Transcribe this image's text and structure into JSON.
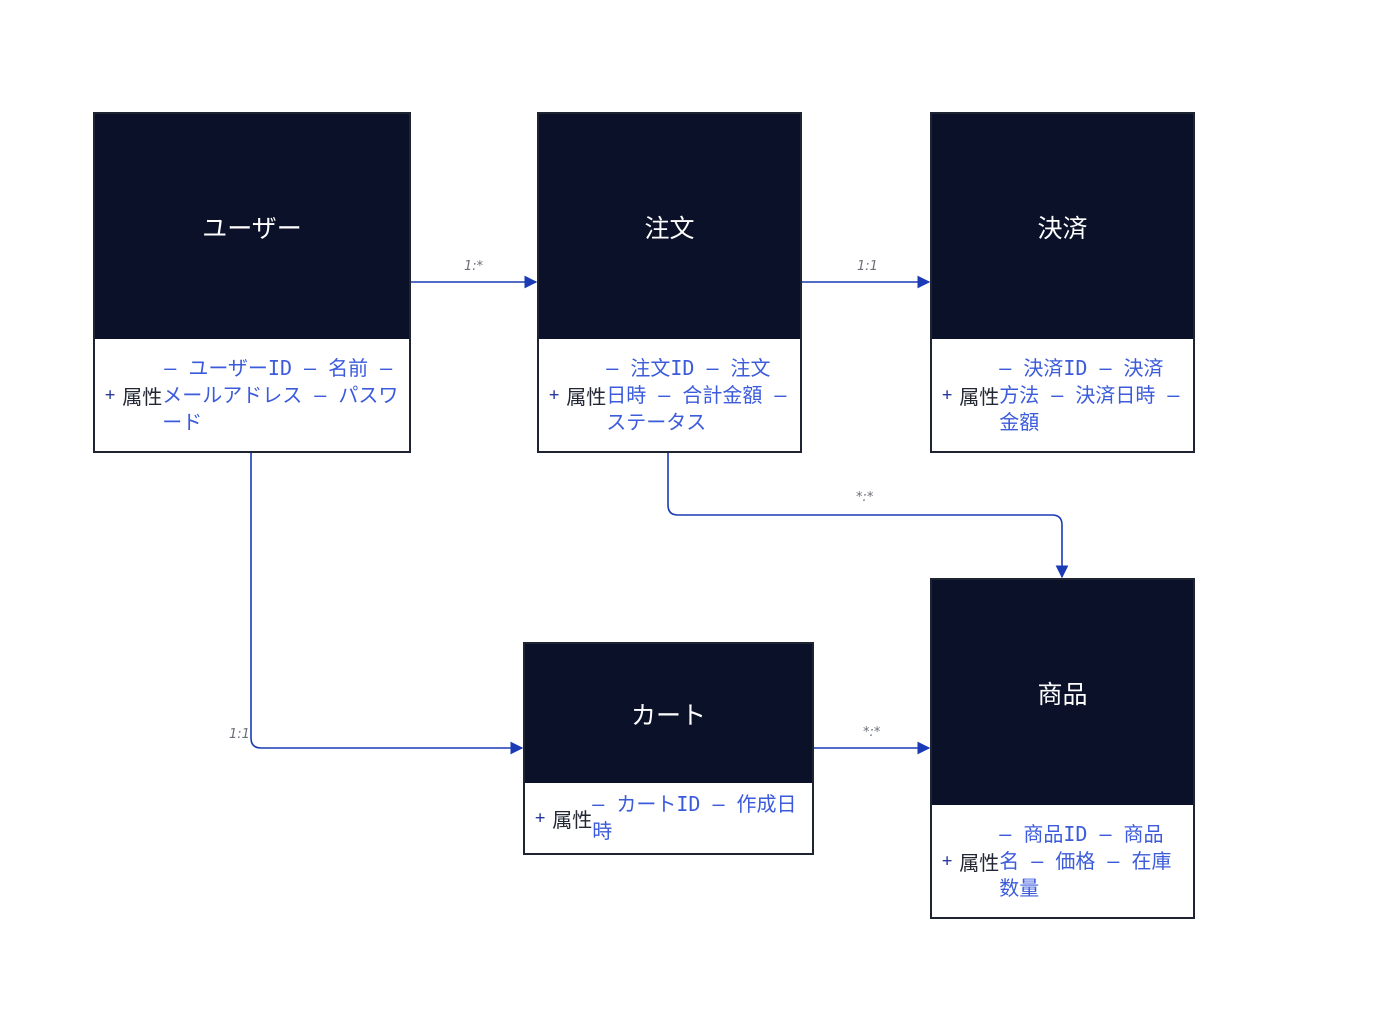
{
  "entities": {
    "user": {
      "title": "ユーザー",
      "prefix_symbol": "+",
      "prefix_label": "属性",
      "attributes": "– ユーザーID – 名前 – メールアドレス – パスワード"
    },
    "order": {
      "title": "注文",
      "prefix_symbol": "+",
      "prefix_label": "属性",
      "attributes": "– 注文ID – 注文日時 – 合計金額 – ステータス"
    },
    "payment": {
      "title": "決済",
      "prefix_symbol": "+",
      "prefix_label": "属性",
      "attributes": "– 決済ID – 決済方法 – 決済日時 – 金額"
    },
    "cart": {
      "title": "カート",
      "prefix_symbol": "+",
      "prefix_label": "属性",
      "attributes": "– カートID – 作成日時"
    },
    "product": {
      "title": "商品",
      "prefix_symbol": "+",
      "prefix_label": "属性",
      "attributes": "– 商品ID – 商品名 – 価格 – 在庫数量"
    }
  },
  "relations": [
    {
      "from": "ユーザー",
      "to": "注文",
      "label": "1:*"
    },
    {
      "from": "注文",
      "to": "決済",
      "label": "1:1"
    },
    {
      "from": "注文",
      "to": "商品",
      "label": "*:*"
    },
    {
      "from": "ユーザー",
      "to": "カート",
      "label": "1:1"
    },
    {
      "from": "カート",
      "to": "商品",
      "label": "*:*"
    }
  ],
  "colors": {
    "header": "#0b1128",
    "attribute_text": "#3b5bdb",
    "edge": "#1a3bb5",
    "edge_label": "#6b6f7a"
  }
}
